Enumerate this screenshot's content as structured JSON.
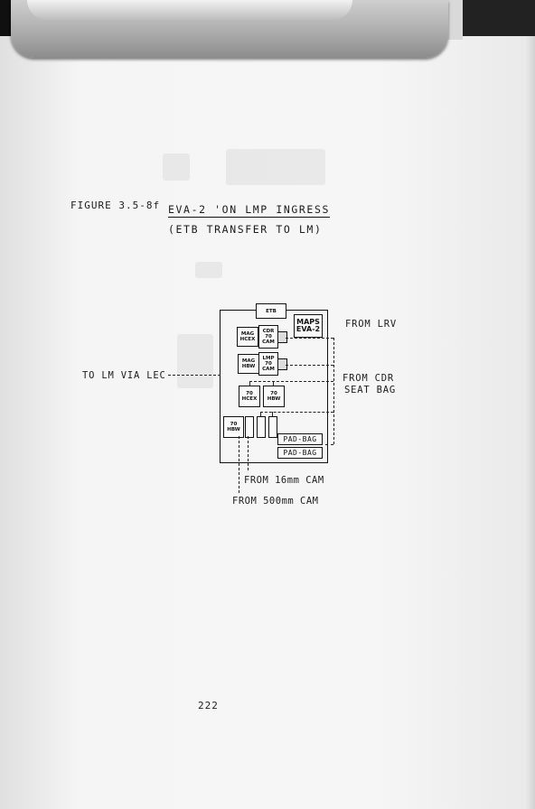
{
  "figure_label": "FIGURE 3.5-8f",
  "title_line1": "EVA-2 'ON LMP INGRESS",
  "title_line2": "(ETB TRANSFER TO LM)",
  "diagram": {
    "etb": "ETB",
    "maps": "MAPS EVA-2",
    "mag_hcex": "MAG HCEX",
    "cdr_70_cam": "CDR 70 CAM",
    "mag_hbw": "MAG HBW",
    "lmp_70_cam": "LMP 70 CAM",
    "hcex_70": "70 HCEX",
    "hbw_70_a": "70 HBW",
    "hbw_70_b": "70 HBW",
    "pad_bag_1": "PAD-BAG",
    "pad_bag_2": "PAD-BAG"
  },
  "labels": {
    "from_lrv": "FROM LRV",
    "to_lm_via_lec": "TO LM VIA LEC",
    "from_cdr": "FROM CDR",
    "seat_bag": "SEAT BAG",
    "from_16mm": "FROM 16mm CAM",
    "from_500mm": "FROM 500mm CAM"
  },
  "page_number": "222"
}
